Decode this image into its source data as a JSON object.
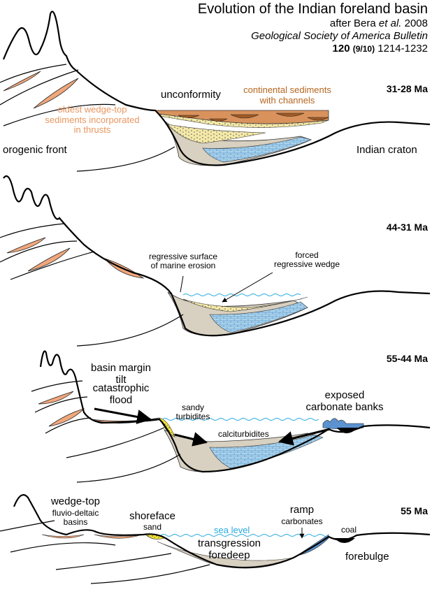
{
  "header": {
    "title": "Evolution of the Indian foreland basin",
    "citation_prefix": "after Bera ",
    "citation_etal": "et al.",
    "citation_year": " 2008",
    "journal": "Geological Society of America Bulletin",
    "volume": "120",
    "issue": "(9/10)",
    "pages": "1214-1232"
  },
  "panels": [
    {
      "age": "31-28 Ma",
      "labels": {
        "unconformity": "unconformity",
        "continental": "continental sediments\nwith channels",
        "oldest": "oldest wedge-top\nsediments incorporated\nin thrusts",
        "orogenic_front": "orogenic front",
        "craton": "Indian craton"
      }
    },
    {
      "age": "44-31 Ma",
      "labels": {
        "regressive_surface": "regressive surface\nof marine erosion",
        "forced_wedge": "forced\nregressive wedge"
      }
    },
    {
      "age": "55-44 Ma",
      "labels": {
        "margin_tilt": "basin margin\ntilt",
        "catastrophic": "catastrophic\nflood",
        "sandy_turbidites": "sandy\nturbidites",
        "exposed_banks": "exposed\ncarbonate banks",
        "calciturbidites": "calciturbidites"
      }
    },
    {
      "age": "55 Ma",
      "labels": {
        "wedge_top": "wedge-top",
        "fluvio_deltaic": "fluvio-deltaic\nbasins",
        "shoreface": "shoreface",
        "sand": "sand",
        "sea_level": "sea level",
        "ramp": "ramp",
        "carbonates": "carbonates",
        "coal": "coal",
        "transgression": "transgression\nforedeep",
        "forebulge": "forebulge"
      }
    }
  ],
  "colors": {
    "thrust_orange": "#f0a77c",
    "continental_brown": "#d9925c",
    "sand_yellow": "#f5e9a8",
    "bright_yellow": "#f3e43a",
    "marine_grey": "#d8d0c0",
    "carbonate_blue": "#a9d3ec",
    "bank_blue": "#5b92cf",
    "water_blue": "#29a9e0",
    "text_orange": "#e8955e",
    "text_brown": "#b5651d"
  }
}
